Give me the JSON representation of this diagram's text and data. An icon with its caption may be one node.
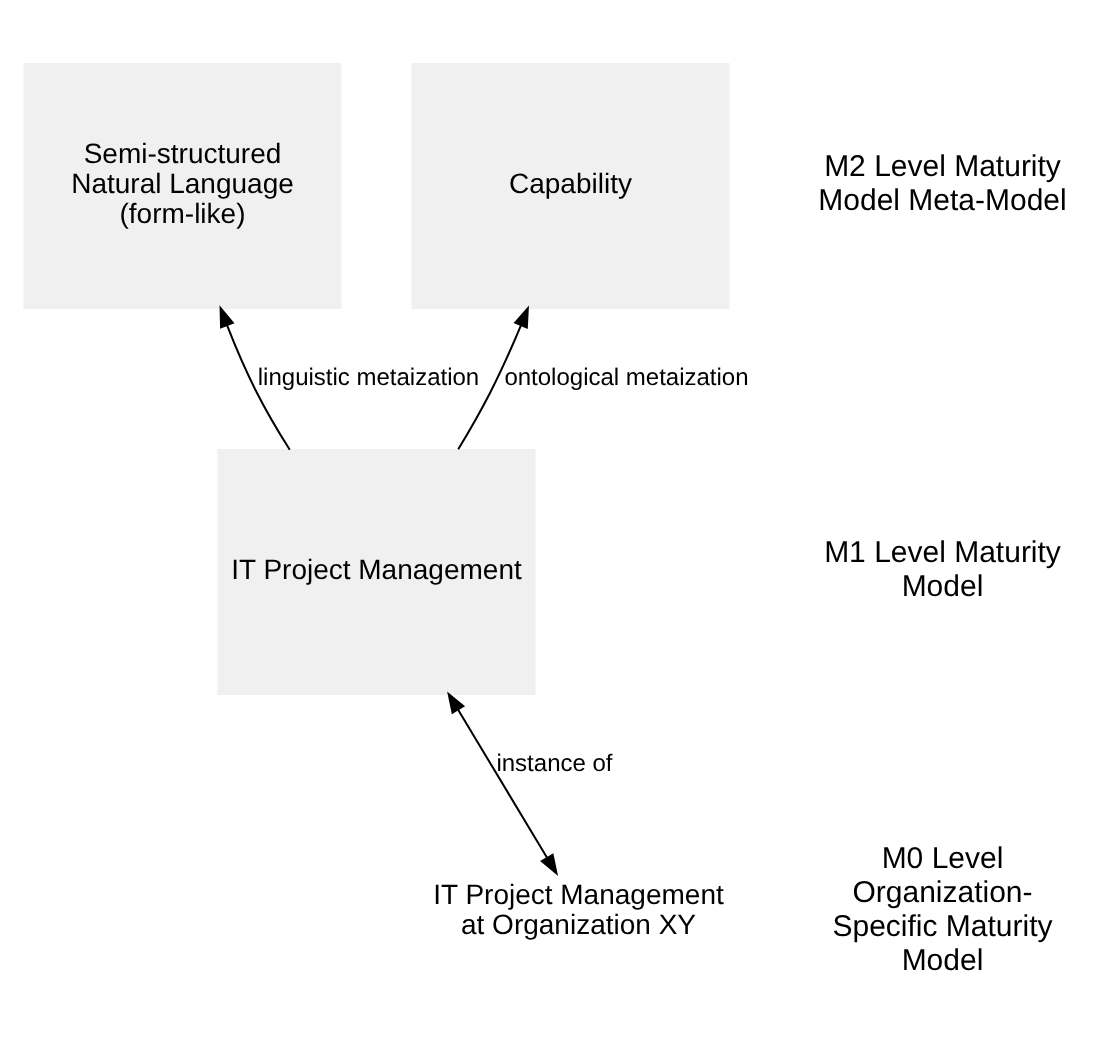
{
  "diagram": {
    "nodes": [
      {
        "text": [
          "Semi-structured Natural Language (form-like)"
        ]
      },
      {
        "text": [
          "Capability"
        ]
      },
      {
        "text": [
          "IT Project Management"
        ]
      },
      {
        "text": [
          "IT Project Management at Organization XY"
        ]
      }
    ],
    "edges": [
      {
        "from": 2,
        "to": 0,
        "arrow": "to",
        "label": "linguistic metaization"
      },
      {
        "from": 2,
        "to": 1,
        "arrow": "to",
        "label": "ontological metaization"
      },
      {
        "from": 2,
        "to": 3,
        "arrow": "both",
        "label": "instance of"
      }
    ],
    "labels": [
      "M2 Level Maturity Model Meta-Model",
      "M1 Level Maturity Model",
      "M0 Level Organization-Specific Maturity Model"
    ]
  }
}
